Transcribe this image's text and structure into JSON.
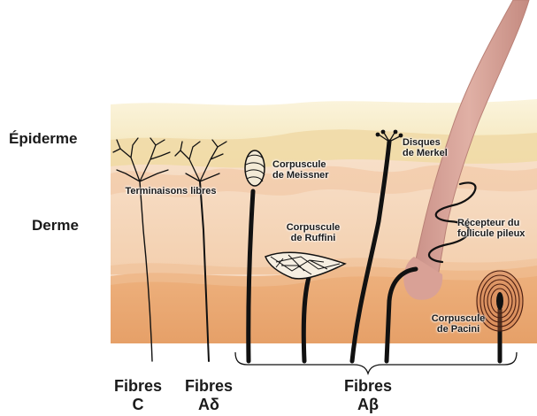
{
  "layers": {
    "epidermis": "Épiderme",
    "dermis": "Derme"
  },
  "receptors": {
    "free_endings": "Terminaisons libres",
    "meissner": [
      "Corpuscule",
      "de Meissner"
    ],
    "ruffini": [
      "Corpuscule",
      "de Ruffini"
    ],
    "merkel": [
      "Disques",
      "de Merkel"
    ],
    "hair_follicle": [
      "Récepteur du",
      "follicule pileux"
    ],
    "pacini": [
      "Corpuscule",
      "de Pacini"
    ]
  },
  "fibers": {
    "c": [
      "Fibres",
      "C"
    ],
    "a_delta": [
      "Fibres",
      "Aδ"
    ],
    "a_beta": [
      "Fibres",
      "Aβ"
    ]
  },
  "colors": {
    "epidermis_top": "#f6ecc4",
    "epidermis_band": "#eed8a8",
    "dermis_upper": "#f6dcc4",
    "dermis_lower": "#efb98a",
    "hypodermis": "#e8a774",
    "hair": "#d6a195",
    "nerve": "#111111"
  }
}
